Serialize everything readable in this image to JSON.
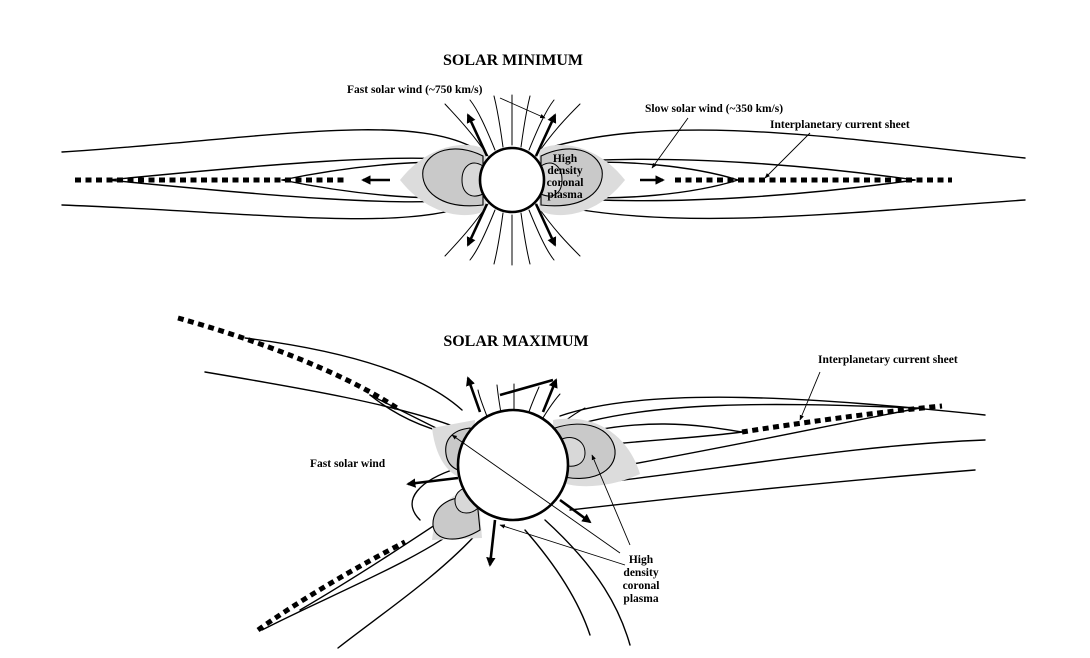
{
  "panels": {
    "minimum": {
      "title": "SOLAR MINIMUM",
      "labels": {
        "fast_wind": "Fast solar wind (~750 km/s)",
        "slow_wind": "Slow solar wind  (~350 km/s)",
        "current_sheet": "Interplanetary current sheet",
        "plasma": [
          "High",
          "density",
          "coronal",
          "plasma"
        ]
      }
    },
    "maximum": {
      "title": "SOLAR MAXIMUM",
      "labels": {
        "current_sheet": "Interplanetary current sheet",
        "fast_wind": "Fast solar wind",
        "plasma": [
          "High",
          "density",
          "coronal",
          "plasma"
        ]
      }
    }
  },
  "colors": {
    "line": "#000000",
    "plasma_fill": "#c9c9c9",
    "halo_fill": "#dcdcdc",
    "background": "#ffffff"
  }
}
